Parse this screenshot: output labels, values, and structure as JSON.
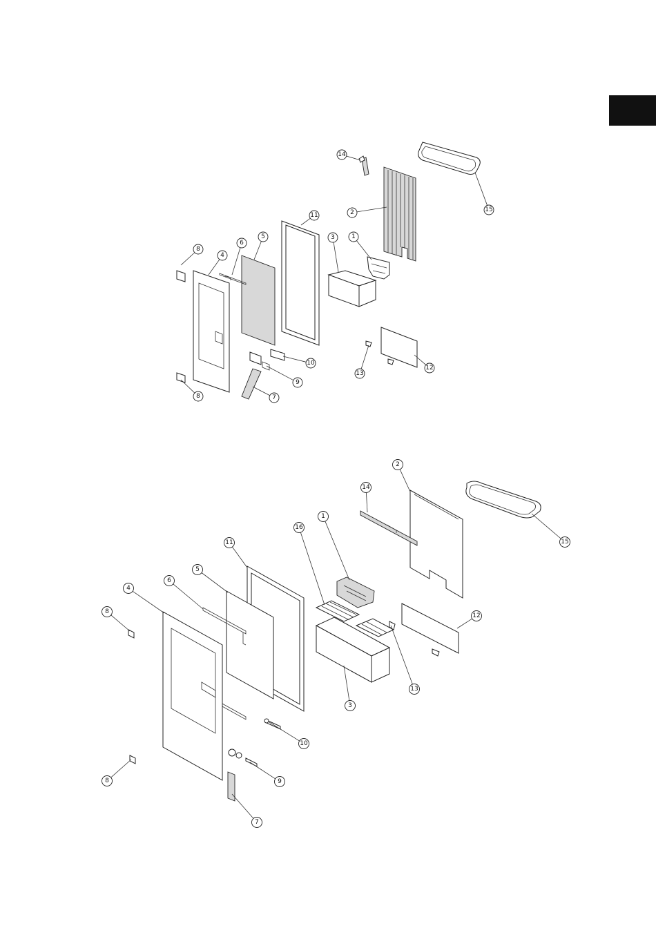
{
  "diagrams": [
    {
      "callouts": [
        {
          "label": "14"
        },
        {
          "label": "15"
        },
        {
          "label": "2"
        },
        {
          "label": "11"
        },
        {
          "label": "3"
        },
        {
          "label": "1"
        },
        {
          "label": "5"
        },
        {
          "label": "6"
        },
        {
          "label": "8"
        },
        {
          "label": "4"
        },
        {
          "label": "10"
        },
        {
          "label": "9"
        },
        {
          "label": "8"
        },
        {
          "label": "7"
        },
        {
          "label": "13"
        },
        {
          "label": "12"
        }
      ]
    },
    {
      "callouts": [
        {
          "label": "2"
        },
        {
          "label": "14"
        },
        {
          "label": "15"
        },
        {
          "label": "1"
        },
        {
          "label": "16"
        },
        {
          "label": "11"
        },
        {
          "label": "5"
        },
        {
          "label": "6"
        },
        {
          "label": "4"
        },
        {
          "label": "8"
        },
        {
          "label": "12"
        },
        {
          "label": "13"
        },
        {
          "label": "3"
        },
        {
          "label": "10"
        },
        {
          "label": "8"
        },
        {
          "label": "9"
        },
        {
          "label": "7"
        }
      ]
    }
  ],
  "colors": {
    "ink": "#222222",
    "tab": "#111111",
    "background": "#ffffff"
  }
}
